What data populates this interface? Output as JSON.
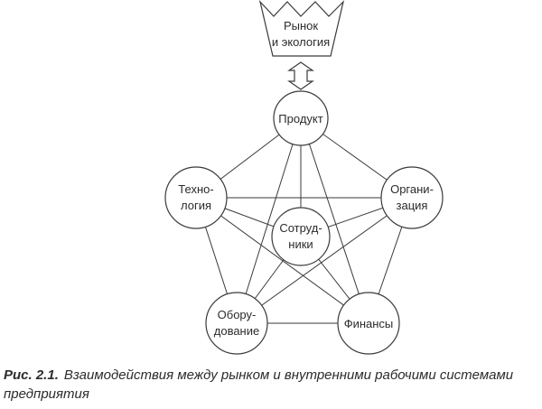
{
  "market": {
    "line1": "Рынок",
    "line2": "и экология"
  },
  "nodes": {
    "product": {
      "lines": [
        "Продукт"
      ]
    },
    "technology": {
      "lines": [
        "Техно-",
        "логия"
      ]
    },
    "organization": {
      "lines": [
        "Органи-",
        "зация"
      ]
    },
    "employees": {
      "lines": [
        "Сотруд-",
        "ники"
      ]
    },
    "equipment": {
      "lines": [
        "Обору-",
        "дование"
      ]
    },
    "finance": {
      "lines": [
        "Финансы"
      ]
    }
  },
  "caption": {
    "figure_number": "Рис. 2.1.",
    "text": "Взаимодействия между рынком и внутренними рабочими системами предприятия"
  },
  "colors": {
    "stroke": "#3a3a3a",
    "text": "#2b2b2b"
  }
}
